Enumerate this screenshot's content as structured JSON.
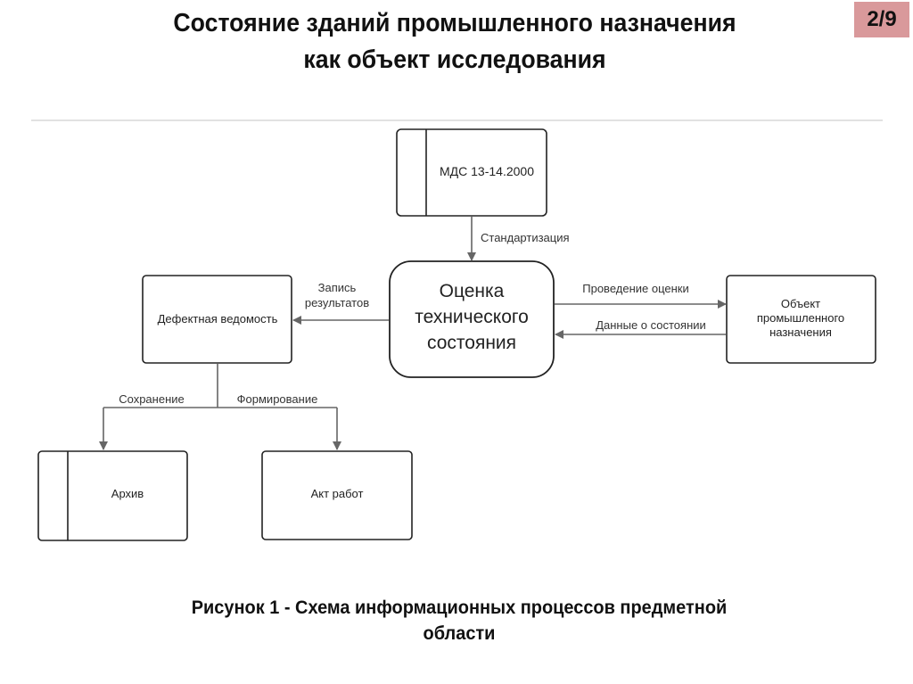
{
  "slide": {
    "title_line1": "Состояние зданий промышленного назначения",
    "title_line2": "как объект исследования",
    "page_badge": "2/9",
    "caption_line1": "Рисунок 1 - Схема информационных процессов предметной",
    "caption_line2": "области"
  },
  "diagram": {
    "nodes": {
      "mds": "МДС 13-14.2000",
      "assessment": [
        "Оценка",
        "технического",
        "состояния"
      ],
      "defect": "Дефектная ведомость",
      "object": [
        "Объект",
        "промышленного",
        "назначения"
      ],
      "archive": "Архив",
      "act": "Акт работ"
    },
    "edges": {
      "standardization": "Стандартизация",
      "record_results": [
        "Запись",
        "результатов"
      ],
      "conduct_assessment": "Проведение оценки",
      "state_data": "Данные о состоянии",
      "saving": "Сохранение",
      "forming": "Формирование"
    }
  }
}
